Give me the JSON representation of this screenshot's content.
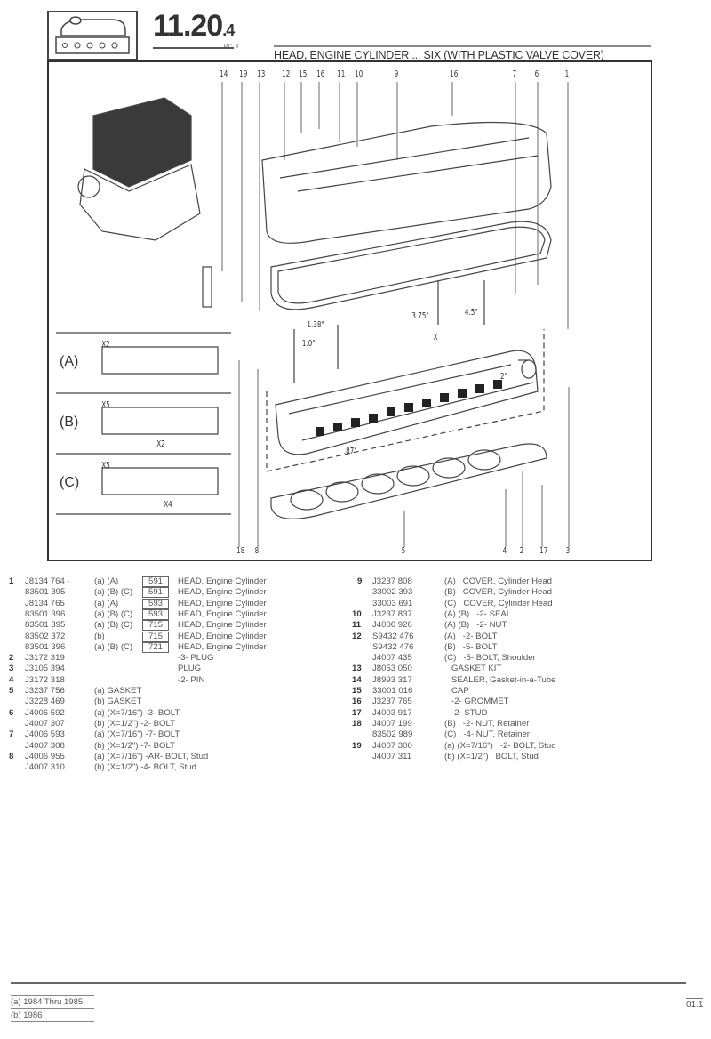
{
  "header": {
    "section_main": "11.20",
    "section_sub": ".4",
    "pcs": "P.C. 3",
    "title": "HEAD, ENGINE CYLINDER ... SIX (WITH PLASTIC VALVE COVER)"
  },
  "diagram": {
    "top_callouts": [
      "14",
      "19",
      "13",
      "12",
      "15",
      "16",
      "11",
      "10",
      "9",
      "16",
      "7",
      "6",
      "1"
    ],
    "bottom_callouts": [
      "18",
      "8",
      "5",
      "4",
      "2",
      "17",
      "3"
    ],
    "dimensions": {
      "d1": "1.38\"",
      "d2": "1.0\"",
      "d3": "3.75\"",
      "d4": "4.5\"",
      "d5": "2\"",
      "d6": ".87\"",
      "x": "X"
    },
    "insets": [
      {
        "label": "(A)",
        "qty1": "X2",
        "qty2": ""
      },
      {
        "label": "(B)",
        "qty1": "X5",
        "qty2": "X2"
      },
      {
        "label": "(C)",
        "qty1": "X5",
        "qty2": "X4"
      }
    ]
  },
  "parts_left": [
    {
      "n": "1",
      "p": "J8134 764 ·",
      "note": "(a) (A)",
      "code": "591",
      "d": "HEAD, Engine Cylinder"
    },
    {
      "n": "",
      "p": "83501 395",
      "note": "(a) (B) (C)",
      "code": "591",
      "d": "HEAD, Engine Cylinder"
    },
    {
      "n": "",
      "p": "J8134 765",
      "note": "(a) (A)",
      "code": "593",
      "d": "HEAD, Engine Cylinder"
    },
    {
      "n": "",
      "p": "83501 396",
      "note": "(a) (B) (C)",
      "code": "593",
      "d": "HEAD, Engine Cylinder"
    },
    {
      "n": "",
      "p": "83501 395",
      "note": "(a) (B) (C)",
      "code": "715",
      "d": "HEAD, Engine Cylinder"
    },
    {
      "n": "",
      "p": "83502 372",
      "note": "(b)",
      "code": "715",
      "d": "HEAD, Engine Cylinder"
    },
    {
      "n": "",
      "p": "83501 396",
      "note": "(a) (B) (C)",
      "code": "721",
      "d": "HEAD, Engine Cylinder"
    },
    {
      "n": "2",
      "p": "J3172 319",
      "note": "",
      "code": "",
      "d": "-3- PLUG"
    },
    {
      "n": "3",
      "p": "J3105 394",
      "note": "",
      "code": "",
      "d": "PLUG"
    },
    {
      "n": "4",
      "p": "J3172 318",
      "note": "",
      "code": "",
      "d": "-2- PIN"
    },
    {
      "n": "5",
      "p": "J3237 756",
      "note": "(a)   GASKET",
      "code": "",
      "d": ""
    },
    {
      "n": "",
      "p": "J3228 469",
      "note": "(b)   GASKET",
      "code": "",
      "d": ""
    },
    {
      "n": "6",
      "p": "J4006 592",
      "note": "(a) (X=7/16\")   -3- BOLT",
      "code": "",
      "d": ""
    },
    {
      "n": "",
      "p": "J4007 307",
      "note": "(b) (X=1/2\")   -2- BOLT",
      "code": "",
      "d": ""
    },
    {
      "n": "7",
      "p": "J4006 593",
      "note": "(a) (X=7/16\")   -7- BOLT",
      "code": "",
      "d": ""
    },
    {
      "n": "",
      "p": "J4007 308",
      "note": "(b) (X=1/2\")   -7- BOLT",
      "code": "",
      "d": ""
    },
    {
      "n": "8",
      "p": "J4006 955",
      "note": "(a) (X=7/16\")   -AR- BOLT, Stud",
      "code": "",
      "d": ""
    },
    {
      "n": "",
      "p": "J4007 310",
      "note": "(b) (X=1/2\")   -4- BOLT, Stud",
      "code": "",
      "d": ""
    }
  ],
  "parts_right": [
    {
      "n": "9",
      "p": "J3237 808",
      "note": "(A)   COVER, Cylinder Head"
    },
    {
      "n": "",
      "p": "33002 393",
      "note": "(B)   COVER, Cylinder Head"
    },
    {
      "n": "",
      "p": "33003 691",
      "note": "(C)   COVER, Cylinder Head"
    },
    {
      "n": "10",
      "p": "J3237 837",
      "note": "(A) (B)   -2- SEAL"
    },
    {
      "n": "11",
      "p": "J4006 926",
      "note": "(A) (B)   -2- NUT"
    },
    {
      "n": "12",
      "p": "S9432 476",
      "note": "(A)   -2- BOLT"
    },
    {
      "n": "",
      "p": "S9432 476",
      "note": "(B)   -5- BOLT"
    },
    {
      "n": "",
      "p": "J4007 435",
      "note": "(C)   -5- BOLT, Shoulder"
    },
    {
      "n": "13",
      "p": "J8053 050",
      "note": "   GASKET KIT"
    },
    {
      "n": "14",
      "p": "J8993 317",
      "note": "   SEALER, Gasket-in-a-Tube"
    },
    {
      "n": "15",
      "p": "33001 016",
      "note": "   CAP"
    },
    {
      "n": "16",
      "p": "J3237 765",
      "note": "   -2- GROMMET"
    },
    {
      "n": "17",
      "p": "J4003 917",
      "note": "   -2- STUD"
    },
    {
      "n": "18",
      "p": "J4007 199",
      "note": "(B)   -2- NUT, Retainer"
    },
    {
      "n": "",
      "p": "83502 989",
      "note": "(C)   -4- NUT, Retainer"
    },
    {
      "n": "19",
      "p": "J4007 300",
      "note": "(a) (X=7/16\")   -2- BOLT, Stud"
    },
    {
      "n": "",
      "p": "J4007 311",
      "note": "(b) (X=1/2\")   BOLT, Stud"
    }
  ],
  "footer": {
    "note_a": "(a) 1984 Thru 1985",
    "note_b": "(b) 1986",
    "page": "01.1"
  }
}
